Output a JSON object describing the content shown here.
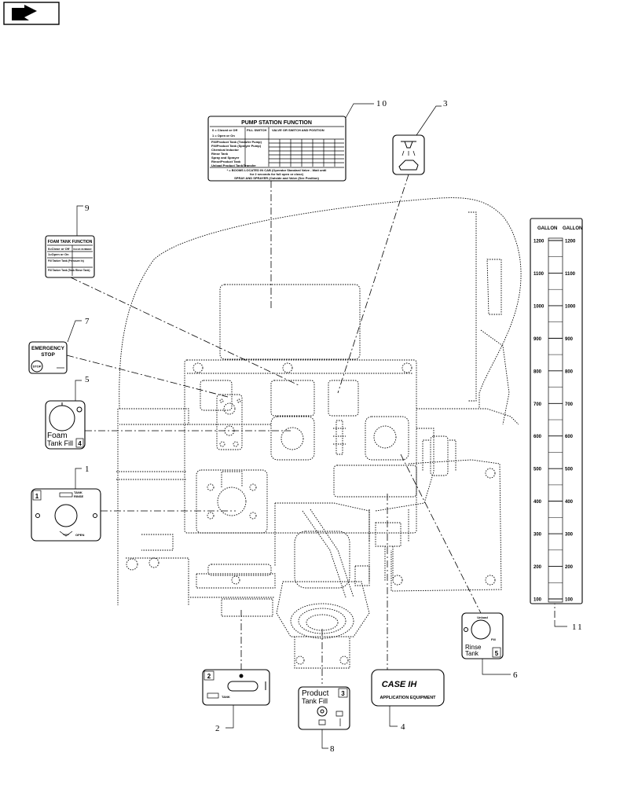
{
  "nav": {
    "icon": "next-page-arrow-icon"
  },
  "callouts": {
    "c1": "1",
    "c2": "2",
    "c3": "3",
    "c4": "4",
    "c5": "5",
    "c6": "6",
    "c7": "7",
    "c8": "8",
    "c9": "9",
    "c10": "10",
    "c11": "11"
  },
  "pump_label": {
    "title": "PUMP STATION FUNCTION",
    "key1": "0 = Closed or Off",
    "key2": "1 = Open or On",
    "fill_switch": "FILL SWITCH",
    "valve_header": "VALVE OR SWITCH AND POSITION",
    "rows": [
      "Fill/Product Tank (Transfer Pump)",
      "Fill/Product Tank (Sprayer Pump)",
      "Chemical Inductor",
      "Rinse Tank",
      "Spray and Sprayer",
      "Rinse/Product Tank",
      "Unload Product Tank/Transfer"
    ],
    "note1": "* = BOOMS LOCATED IN CAB (Operator Standard Valve - Wait until",
    "note2": "for 2 seconds for full open or close)",
    "note3": "SPRAY AND SPRAYER (Outside and Valve (See Position)"
  },
  "foam_label": {
    "title": "FOAM TANK FUNCTION",
    "key1": "0=Close or Off",
    "key2": "1=Open or On",
    "col": "VALVE NUMBER",
    "r1": "Fill Tanker Tank (Pressure In)",
    "r2": "Fill Tanker Tank (Tank Rinse Tank)"
  },
  "emergency": {
    "line1": "EMERGENCY",
    "line2": "STOP",
    "button": "STOP"
  },
  "foam_fill": {
    "line1": "Foam",
    "line2": "Tank Fill",
    "num": "4"
  },
  "tank_label": {
    "num": "1",
    "tank": "TANK",
    "rinse": "RINSE",
    "open": "OPEN"
  },
  "rinse_tank": {
    "unload": "Unload",
    "fill": "Fill",
    "line1": "Rinse",
    "line2": "Tank",
    "num": "5"
  },
  "product_fill": {
    "line1": "Product",
    "line2": "Tank  Fill",
    "num": "3"
  },
  "label2": {
    "num": "2",
    "text": "TANK"
  },
  "case_label": {
    "brand": "CASE IH",
    "sub": "APPLICATION EQUIPMENT"
  },
  "gauge": {
    "unit_left": "GALLON",
    "unit_right": "GALLON",
    "ticks": [
      1200,
      1100,
      1000,
      900,
      800,
      700,
      600,
      500,
      400,
      300,
      200,
      100
    ]
  }
}
